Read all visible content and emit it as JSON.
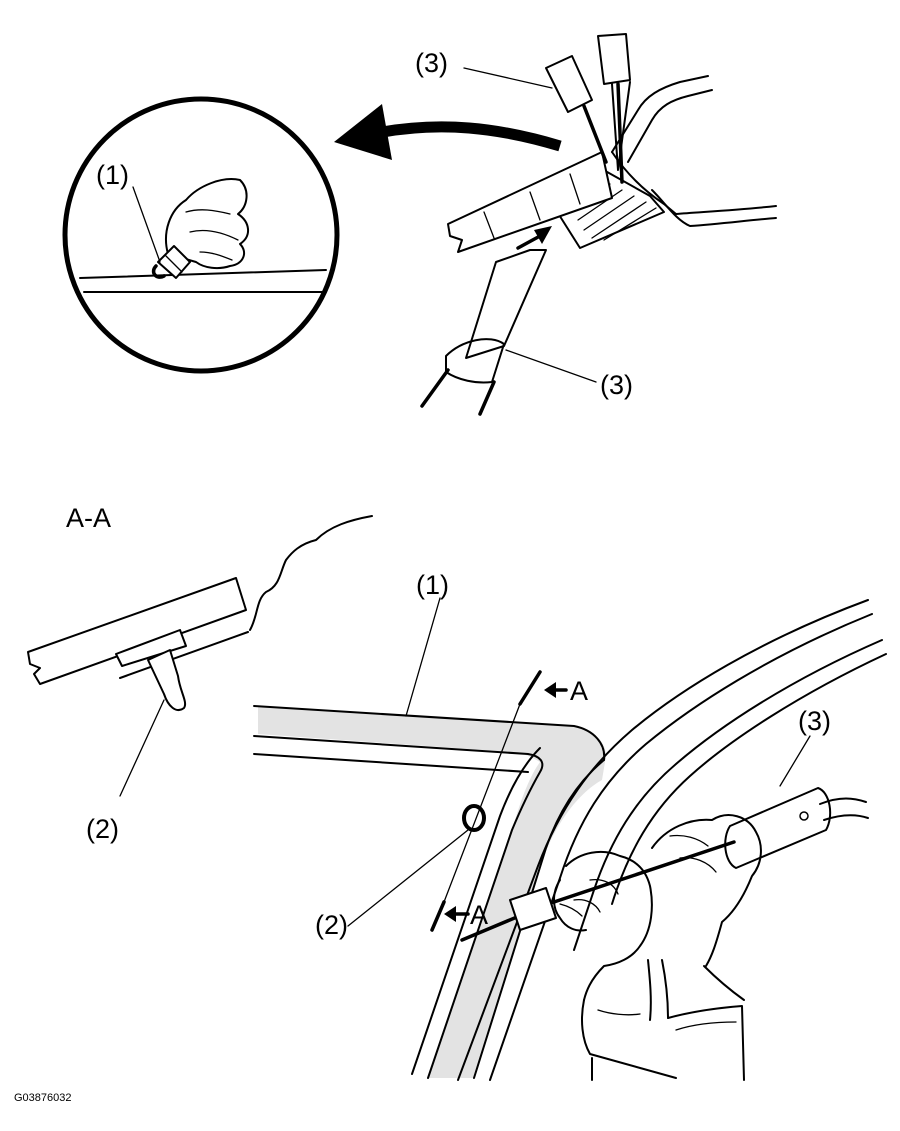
{
  "labels": {
    "top_inset_part1": "(1)",
    "top_tool_upper": "(3)",
    "top_tool_lower": "(3)",
    "section_title": "A-A",
    "section_clip": "(2)",
    "main_molding": "(1)",
    "main_clip": "(2)",
    "main_tool": "(3)",
    "arrow_a_upper": "A",
    "arrow_a_lower": "A"
  },
  "figure_code": "G03876032",
  "colors": {
    "line": "#000000",
    "molding_fill": "#e3e3e3",
    "background": "#ffffff"
  }
}
